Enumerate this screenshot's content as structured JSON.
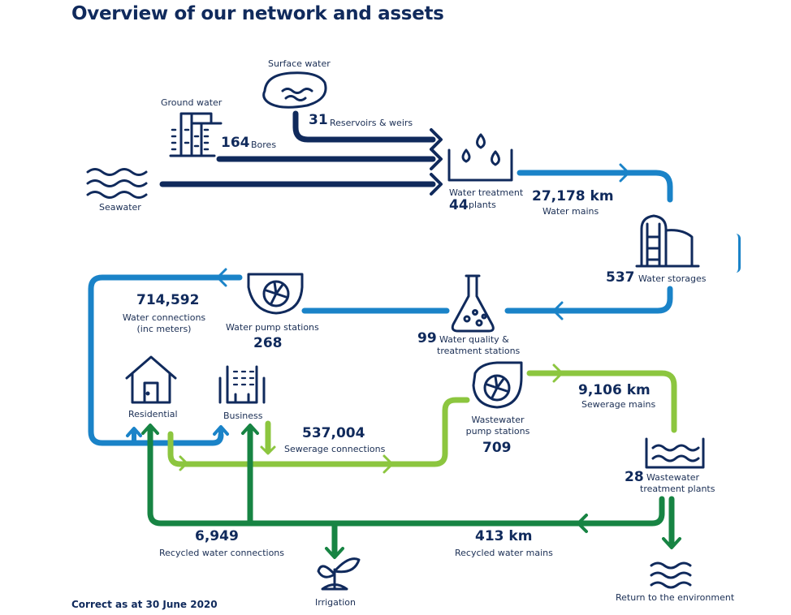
{
  "title": "Overview of our network and assets",
  "footnote": "Correct as at 30 June 2020",
  "sources": {
    "surface_water": "Surface water",
    "ground_water": "Ground water",
    "seawater": "Seawater",
    "reservoirs_count": "31",
    "reservoirs_label": "Reservoirs & weirs",
    "bores_count": "164",
    "bores_label": "Bores"
  },
  "treatment": {
    "plants_label_1": "Water treatment",
    "plants_count": "44",
    "plants_label_2": "plants"
  },
  "water_mains": {
    "value": "27,178 km",
    "label": "Water mains"
  },
  "storages": {
    "count": "537",
    "label": "Water storages"
  },
  "quality": {
    "count": "99",
    "label_1": "Water quality &",
    "label_2": "treatment stations"
  },
  "pump_stations": {
    "label": "Water pump stations",
    "count": "268"
  },
  "connections": {
    "value": "714,592",
    "label_1": "Water connections",
    "label_2": "(inc meters)"
  },
  "residential": "Residential",
  "business": "Business",
  "sewerage_connections": {
    "value": "537,004",
    "label": "Sewerage connections"
  },
  "ww_pump_stations": {
    "label_1": "Wastewater",
    "label_2": "pump stations",
    "count": "709"
  },
  "sewerage_mains": {
    "value": "9,106 km",
    "label": "Sewerage mains"
  },
  "ww_plants": {
    "count": "28",
    "label_1": "Wastewater",
    "label_2": "treatment plants"
  },
  "recycled_connections": {
    "value": "6,949",
    "label": "Recycled water connections"
  },
  "recycled_mains": {
    "value": "413 km",
    "label": "Recycled water mains"
  },
  "irrigation": "Irrigation",
  "return_env": "Return to the environment",
  "colors": {
    "navy": "#102a5c",
    "blue": "#1a83c8",
    "light_green": "#8cc63f",
    "dark_green": "#178443"
  }
}
